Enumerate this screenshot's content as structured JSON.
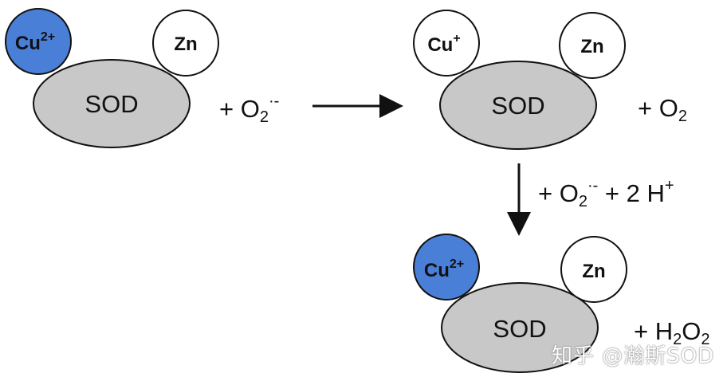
{
  "colors": {
    "enzyme_fill": "#c8c8c8",
    "copper_blue": "#4a7fd8",
    "metal_white": "#ffffff",
    "stroke": "#111111"
  },
  "complexes": [
    {
      "enzyme_label": "SOD",
      "copper_label": "Cu",
      "copper_charge": "2+",
      "zinc_label": "Zn"
    },
    {
      "enzyme_label": "SOD",
      "copper_label": "Cu",
      "copper_charge": "+",
      "zinc_label": "Zn"
    },
    {
      "enzyme_label": "SOD",
      "copper_label": "Cu",
      "copper_charge": "2+",
      "zinc_label": "Zn"
    }
  ],
  "species": {
    "step1_reactant": {
      "prefix": "+ O",
      "sub": "2",
      "sup": "·-"
    },
    "step1_product": {
      "prefix": "+ O",
      "sub": "2"
    },
    "step2_reactant": {
      "prefix": "+ O",
      "sub": "2",
      "sup": "·-",
      "middle": " + 2 H",
      "sup2": "+"
    },
    "step2_product": {
      "prefix": "+ H",
      "sub": "2",
      "mid": "O",
      "sub2": "2"
    }
  },
  "watermark": "知乎 @瀚斯SOD"
}
